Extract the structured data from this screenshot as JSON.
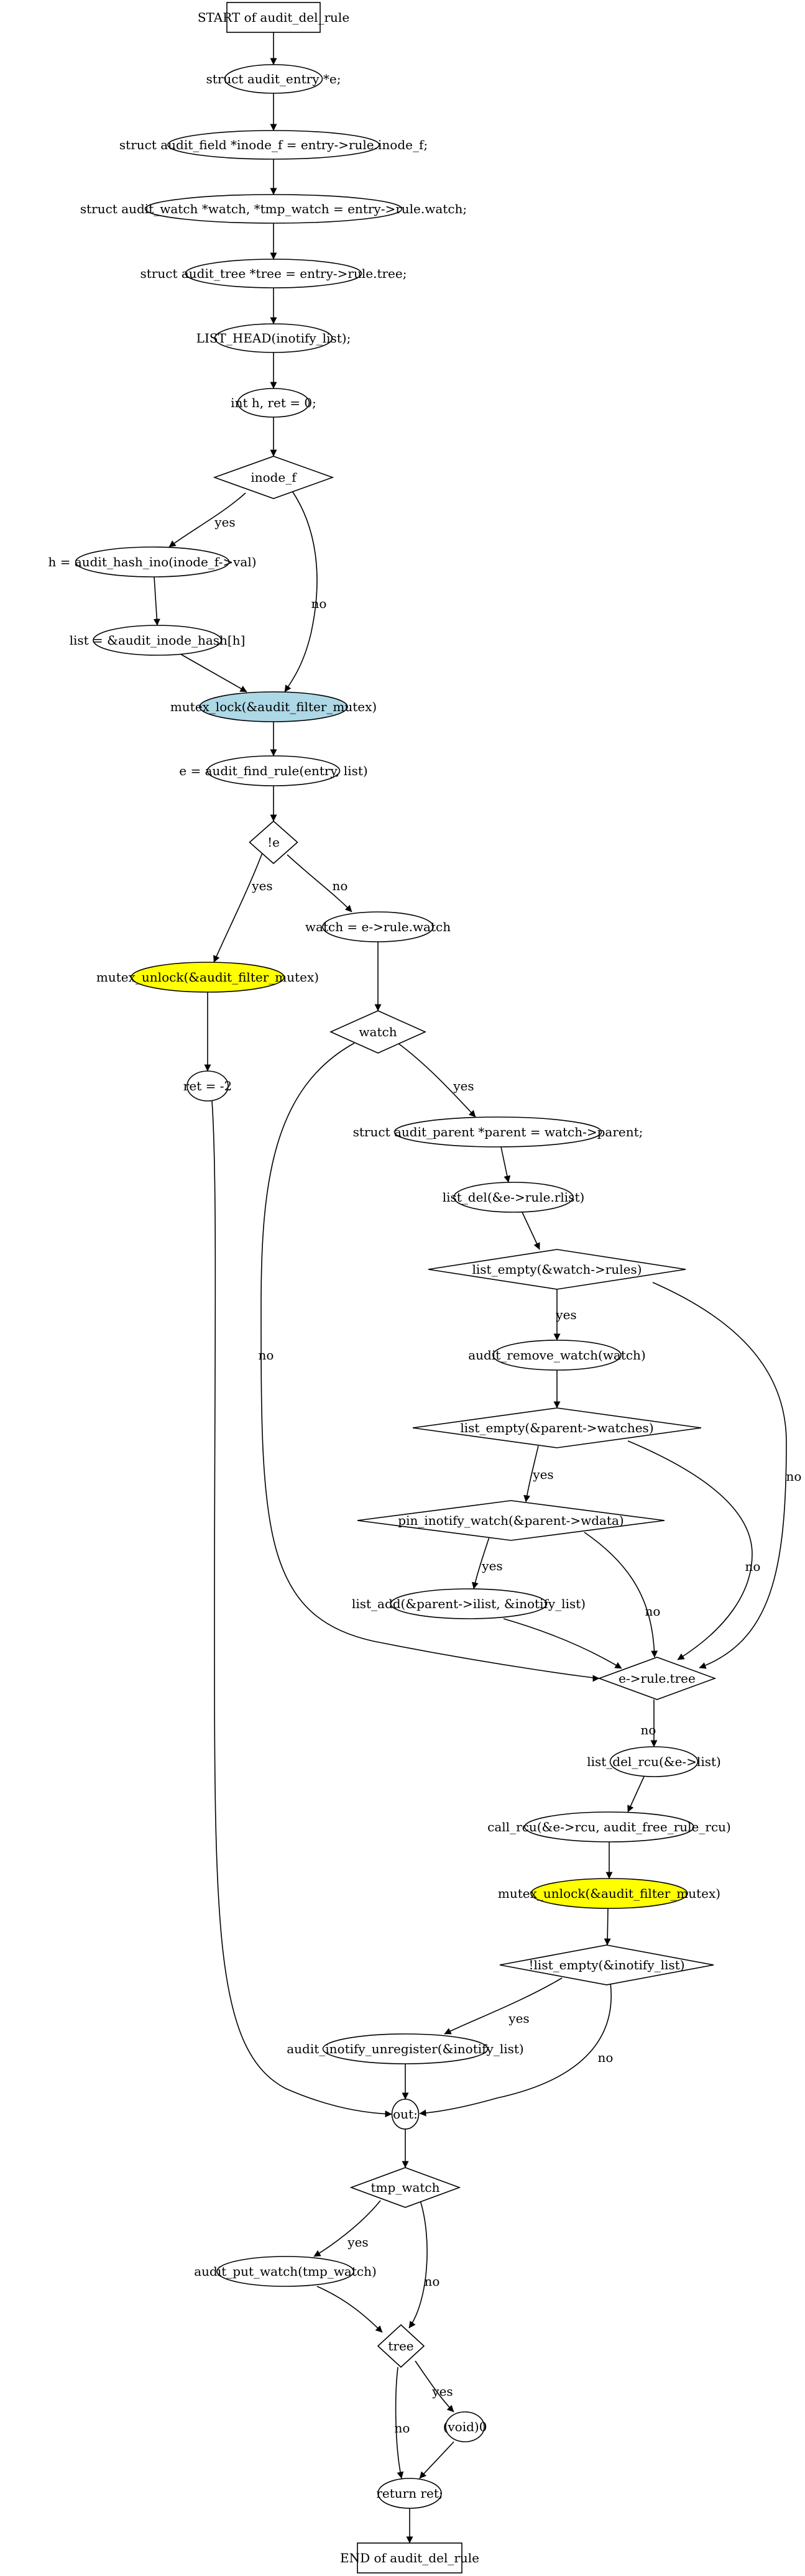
{
  "title": "Control flow of audit_del_rule",
  "colors": {
    "highlight_blue": "#add8e6",
    "highlight_yellow": "#ffff00",
    "default": "#ffffff"
  },
  "nodes": {
    "start": {
      "label": "START of audit_del_rule",
      "shape": "box"
    },
    "n1": {
      "label": "struct audit_entry  *e;",
      "shape": "ellipse"
    },
    "n2": {
      "label": "struct audit_field *inode_f = entry->rule.inode_f;",
      "shape": "ellipse"
    },
    "n3": {
      "label": "struct audit_watch *watch, *tmp_watch = entry->rule.watch;",
      "shape": "ellipse"
    },
    "n4": {
      "label": "struct audit_tree *tree = entry->rule.tree;",
      "shape": "ellipse"
    },
    "n5": {
      "label": "LIST_HEAD(inotify_list);",
      "shape": "ellipse"
    },
    "n6": {
      "label": "int h, ret = 0;",
      "shape": "ellipse"
    },
    "d_inode": {
      "label": "inode_f",
      "shape": "diamond"
    },
    "n7": {
      "label": "h = audit_hash_ino(inode_f->val)",
      "shape": "ellipse"
    },
    "n8": {
      "label": "list = &audit_inode_hash[h]",
      "shape": "ellipse"
    },
    "n9": {
      "label": "mutex_lock(&audit_filter_mutex)",
      "shape": "ellipse",
      "fill": "#add8e6"
    },
    "n10": {
      "label": "e = audit_find_rule(entry, list)",
      "shape": "ellipse"
    },
    "d_e": {
      "label": "!e",
      "shape": "diamond"
    },
    "n11": {
      "label": "mutex_unlock(&audit_filter_mutex)",
      "shape": "ellipse",
      "fill": "#ffff00"
    },
    "n12": {
      "label": "watch = e->rule.watch",
      "shape": "ellipse"
    },
    "d_watch": {
      "label": "watch",
      "shape": "diamond"
    },
    "n13": {
      "label": "ret = -2",
      "shape": "ellipse"
    },
    "n14": {
      "label": "struct audit_parent *parent = watch->parent;",
      "shape": "ellipse"
    },
    "n15": {
      "label": "list_del(&e->rule.rlist)",
      "shape": "ellipse"
    },
    "d_rules": {
      "label": "list_empty(&watch->rules)",
      "shape": "diamond"
    },
    "n16": {
      "label": "audit_remove_watch(watch)",
      "shape": "ellipse"
    },
    "d_watches": {
      "label": "list_empty(&parent->watches)",
      "shape": "diamond"
    },
    "d_pin": {
      "label": "pin_inotify_watch(&parent->wdata)",
      "shape": "diamond"
    },
    "n17": {
      "label": "list_add(&parent->ilist, &inotify_list)",
      "shape": "ellipse"
    },
    "d_tree1": {
      "label": "e->rule.tree",
      "shape": "diamond"
    },
    "n18": {
      "label": "list_del_rcu(&e->list)",
      "shape": "ellipse"
    },
    "n19": {
      "label": "call_rcu(&e->rcu, audit_free_rule_rcu)",
      "shape": "ellipse"
    },
    "n20": {
      "label": "mutex_unlock(&audit_filter_mutex)",
      "shape": "ellipse",
      "fill": "#ffff00"
    },
    "d_inotify": {
      "label": "!list_empty(&inotify_list)",
      "shape": "diamond"
    },
    "n21": {
      "label": "audit_inotify_unregister(&inotify_list)",
      "shape": "ellipse"
    },
    "n_out": {
      "label": "out:",
      "shape": "ellipse"
    },
    "d_tmp": {
      "label": "tmp_watch",
      "shape": "diamond"
    },
    "n22": {
      "label": "audit_put_watch(tmp_watch)",
      "shape": "ellipse"
    },
    "d_tree2": {
      "label": "tree",
      "shape": "diamond"
    },
    "n23": {
      "label": "(void)0",
      "shape": "ellipse"
    },
    "n24": {
      "label": "return ret;",
      "shape": "ellipse"
    },
    "end": {
      "label": "END of audit_del_rule",
      "shape": "box"
    }
  },
  "edges": [
    {
      "from": "start",
      "to": "n1",
      "label": ""
    },
    {
      "from": "n1",
      "to": "n2",
      "label": ""
    },
    {
      "from": "n2",
      "to": "n3",
      "label": ""
    },
    {
      "from": "n3",
      "to": "n4",
      "label": ""
    },
    {
      "from": "n4",
      "to": "n5",
      "label": ""
    },
    {
      "from": "n5",
      "to": "n6",
      "label": ""
    },
    {
      "from": "n6",
      "to": "d_inode",
      "label": ""
    },
    {
      "from": "d_inode",
      "to": "n7",
      "label": "yes"
    },
    {
      "from": "d_inode",
      "to": "n9",
      "label": "no"
    },
    {
      "from": "n7",
      "to": "n8",
      "label": ""
    },
    {
      "from": "n8",
      "to": "n9",
      "label": ""
    },
    {
      "from": "n9",
      "to": "n10",
      "label": ""
    },
    {
      "from": "n10",
      "to": "d_e",
      "label": ""
    },
    {
      "from": "d_e",
      "to": "n11",
      "label": "yes"
    },
    {
      "from": "d_e",
      "to": "n12",
      "label": "no"
    },
    {
      "from": "n11",
      "to": "n13",
      "label": ""
    },
    {
      "from": "n12",
      "to": "d_watch",
      "label": ""
    },
    {
      "from": "n13",
      "to": "n_out",
      "label": ""
    },
    {
      "from": "d_watch",
      "to": "n14",
      "label": "yes"
    },
    {
      "from": "d_watch",
      "to": "d_tree1",
      "label": "no"
    },
    {
      "from": "n14",
      "to": "n15",
      "label": ""
    },
    {
      "from": "n15",
      "to": "d_rules",
      "label": ""
    },
    {
      "from": "d_rules",
      "to": "n16",
      "label": "yes"
    },
    {
      "from": "d_rules",
      "to": "d_tree1",
      "label": "no"
    },
    {
      "from": "n16",
      "to": "d_watches",
      "label": ""
    },
    {
      "from": "d_watches",
      "to": "d_pin",
      "label": "yes"
    },
    {
      "from": "d_watches",
      "to": "d_tree1",
      "label": "no"
    },
    {
      "from": "d_pin",
      "to": "n17",
      "label": "yes"
    },
    {
      "from": "d_pin",
      "to": "d_tree1",
      "label": "no"
    },
    {
      "from": "n17",
      "to": "d_tree1",
      "label": ""
    },
    {
      "from": "d_tree1",
      "to": "n18",
      "label": "no"
    },
    {
      "from": "n18",
      "to": "n19",
      "label": ""
    },
    {
      "from": "n19",
      "to": "n20",
      "label": ""
    },
    {
      "from": "n20",
      "to": "d_inotify",
      "label": ""
    },
    {
      "from": "d_inotify",
      "to": "n21",
      "label": "yes"
    },
    {
      "from": "d_inotify",
      "to": "n_out",
      "label": "no"
    },
    {
      "from": "n21",
      "to": "n_out",
      "label": ""
    },
    {
      "from": "n_out",
      "to": "d_tmp",
      "label": ""
    },
    {
      "from": "d_tmp",
      "to": "n22",
      "label": "yes"
    },
    {
      "from": "d_tmp",
      "to": "d_tree2",
      "label": "no"
    },
    {
      "from": "n22",
      "to": "d_tree2",
      "label": ""
    },
    {
      "from": "d_tree2",
      "to": "n23",
      "label": "yes"
    },
    {
      "from": "d_tree2",
      "to": "n24",
      "label": "no"
    },
    {
      "from": "n23",
      "to": "n24",
      "label": ""
    },
    {
      "from": "n24",
      "to": "end",
      "label": ""
    }
  ]
}
